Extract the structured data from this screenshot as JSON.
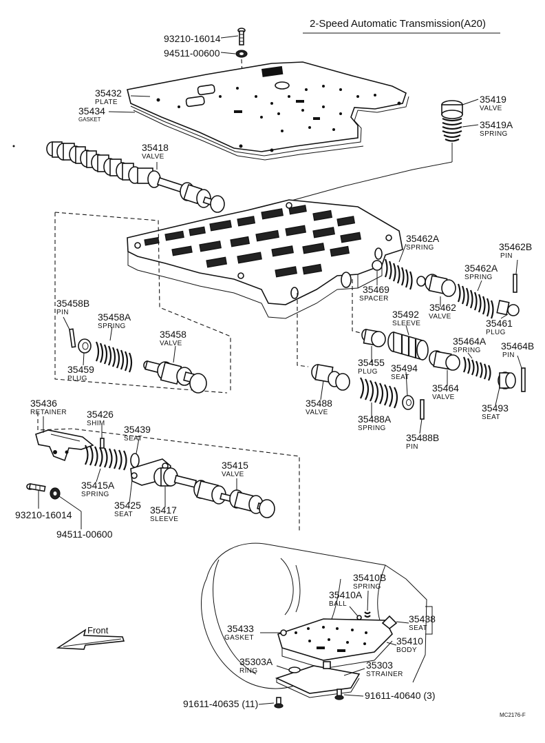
{
  "title": "2-Speed Automatic Transmission(A20)",
  "front_label": "Front",
  "footer_code": "MC2176-F",
  "callouts": [
    {
      "id": "93210-16014-top",
      "number": "93210-16014",
      "name": ""
    },
    {
      "id": "94511-00600-top",
      "number": "94511-00600",
      "name": ""
    },
    {
      "id": "35432",
      "number": "35432",
      "name": "PLATE"
    },
    {
      "id": "35434",
      "number": "35434",
      "name": "GASKET"
    },
    {
      "id": "35419",
      "number": "35419",
      "name": "VALVE"
    },
    {
      "id": "35419A",
      "number": "35419A",
      "name": "SPRING"
    },
    {
      "id": "35418",
      "number": "35418",
      "name": "VALVE"
    },
    {
      "id": "35462A-left",
      "number": "35462A",
      "name": "SPRING"
    },
    {
      "id": "35462B",
      "number": "35462B",
      "name": "PIN"
    },
    {
      "id": "35462A-right",
      "number": "35462A",
      "name": "SPRING"
    },
    {
      "id": "35469",
      "number": "35469",
      "name": "SPACER"
    },
    {
      "id": "35462",
      "number": "35462",
      "name": "VALVE"
    },
    {
      "id": "35461",
      "number": "35461",
      "name": "PLUG"
    },
    {
      "id": "35458B",
      "number": "35458B",
      "name": "PIN"
    },
    {
      "id": "35458A",
      "number": "35458A",
      "name": "SPRING"
    },
    {
      "id": "35458",
      "number": "35458",
      "name": "VALVE"
    },
    {
      "id": "35459",
      "number": "35459",
      "name": "PLUG"
    },
    {
      "id": "35492",
      "number": "35492",
      "name": "SLEEVE"
    },
    {
      "id": "35464A",
      "number": "35464A",
      "name": "SPRING"
    },
    {
      "id": "35464B",
      "number": "35464B",
      "name": "PIN"
    },
    {
      "id": "35455",
      "number": "35455",
      "name": "PLUG"
    },
    {
      "id": "35494",
      "number": "35494",
      "name": "SEAT"
    },
    {
      "id": "35464",
      "number": "35464",
      "name": "VALVE"
    },
    {
      "id": "35493",
      "number": "35493",
      "name": "SEAT"
    },
    {
      "id": "35488",
      "number": "35488",
      "name": "VALVE"
    },
    {
      "id": "35488A",
      "number": "35488A",
      "name": "SPRING"
    },
    {
      "id": "35488B",
      "number": "35488B",
      "name": "PIN"
    },
    {
      "id": "35436",
      "number": "35436",
      "name": "RETAINER"
    },
    {
      "id": "35426",
      "number": "35426",
      "name": "SHIM"
    },
    {
      "id": "35439",
      "number": "35439",
      "name": "SEAT"
    },
    {
      "id": "35415A",
      "number": "35415A",
      "name": "SPRING"
    },
    {
      "id": "35425",
      "number": "35425",
      "name": "SEAT"
    },
    {
      "id": "35417",
      "number": "35417",
      "name": "SLEEVE"
    },
    {
      "id": "35415",
      "number": "35415",
      "name": "VALVE"
    },
    {
      "id": "93210-16014-bottom",
      "number": "93210-16014",
      "name": ""
    },
    {
      "id": "94511-00600-bottom",
      "number": "94511-00600",
      "name": ""
    },
    {
      "id": "35410B",
      "number": "35410B",
      "name": "SPRING"
    },
    {
      "id": "35410A",
      "number": "35410A",
      "name": "BALL"
    },
    {
      "id": "35438",
      "number": "35438",
      "name": "SEAT"
    },
    {
      "id": "35433",
      "number": "35433",
      "name": "GASKET"
    },
    {
      "id": "35410",
      "number": "35410",
      "name": "BODY"
    },
    {
      "id": "35303A",
      "number": "35303A",
      "name": "RING"
    },
    {
      "id": "35303",
      "number": "35303",
      "name": "STRAINER"
    },
    {
      "id": "91611-40635",
      "number": "91611-40635 (11)",
      "name": ""
    },
    {
      "id": "91611-40640",
      "number": "91611-40640 (3)",
      "name": ""
    }
  ]
}
